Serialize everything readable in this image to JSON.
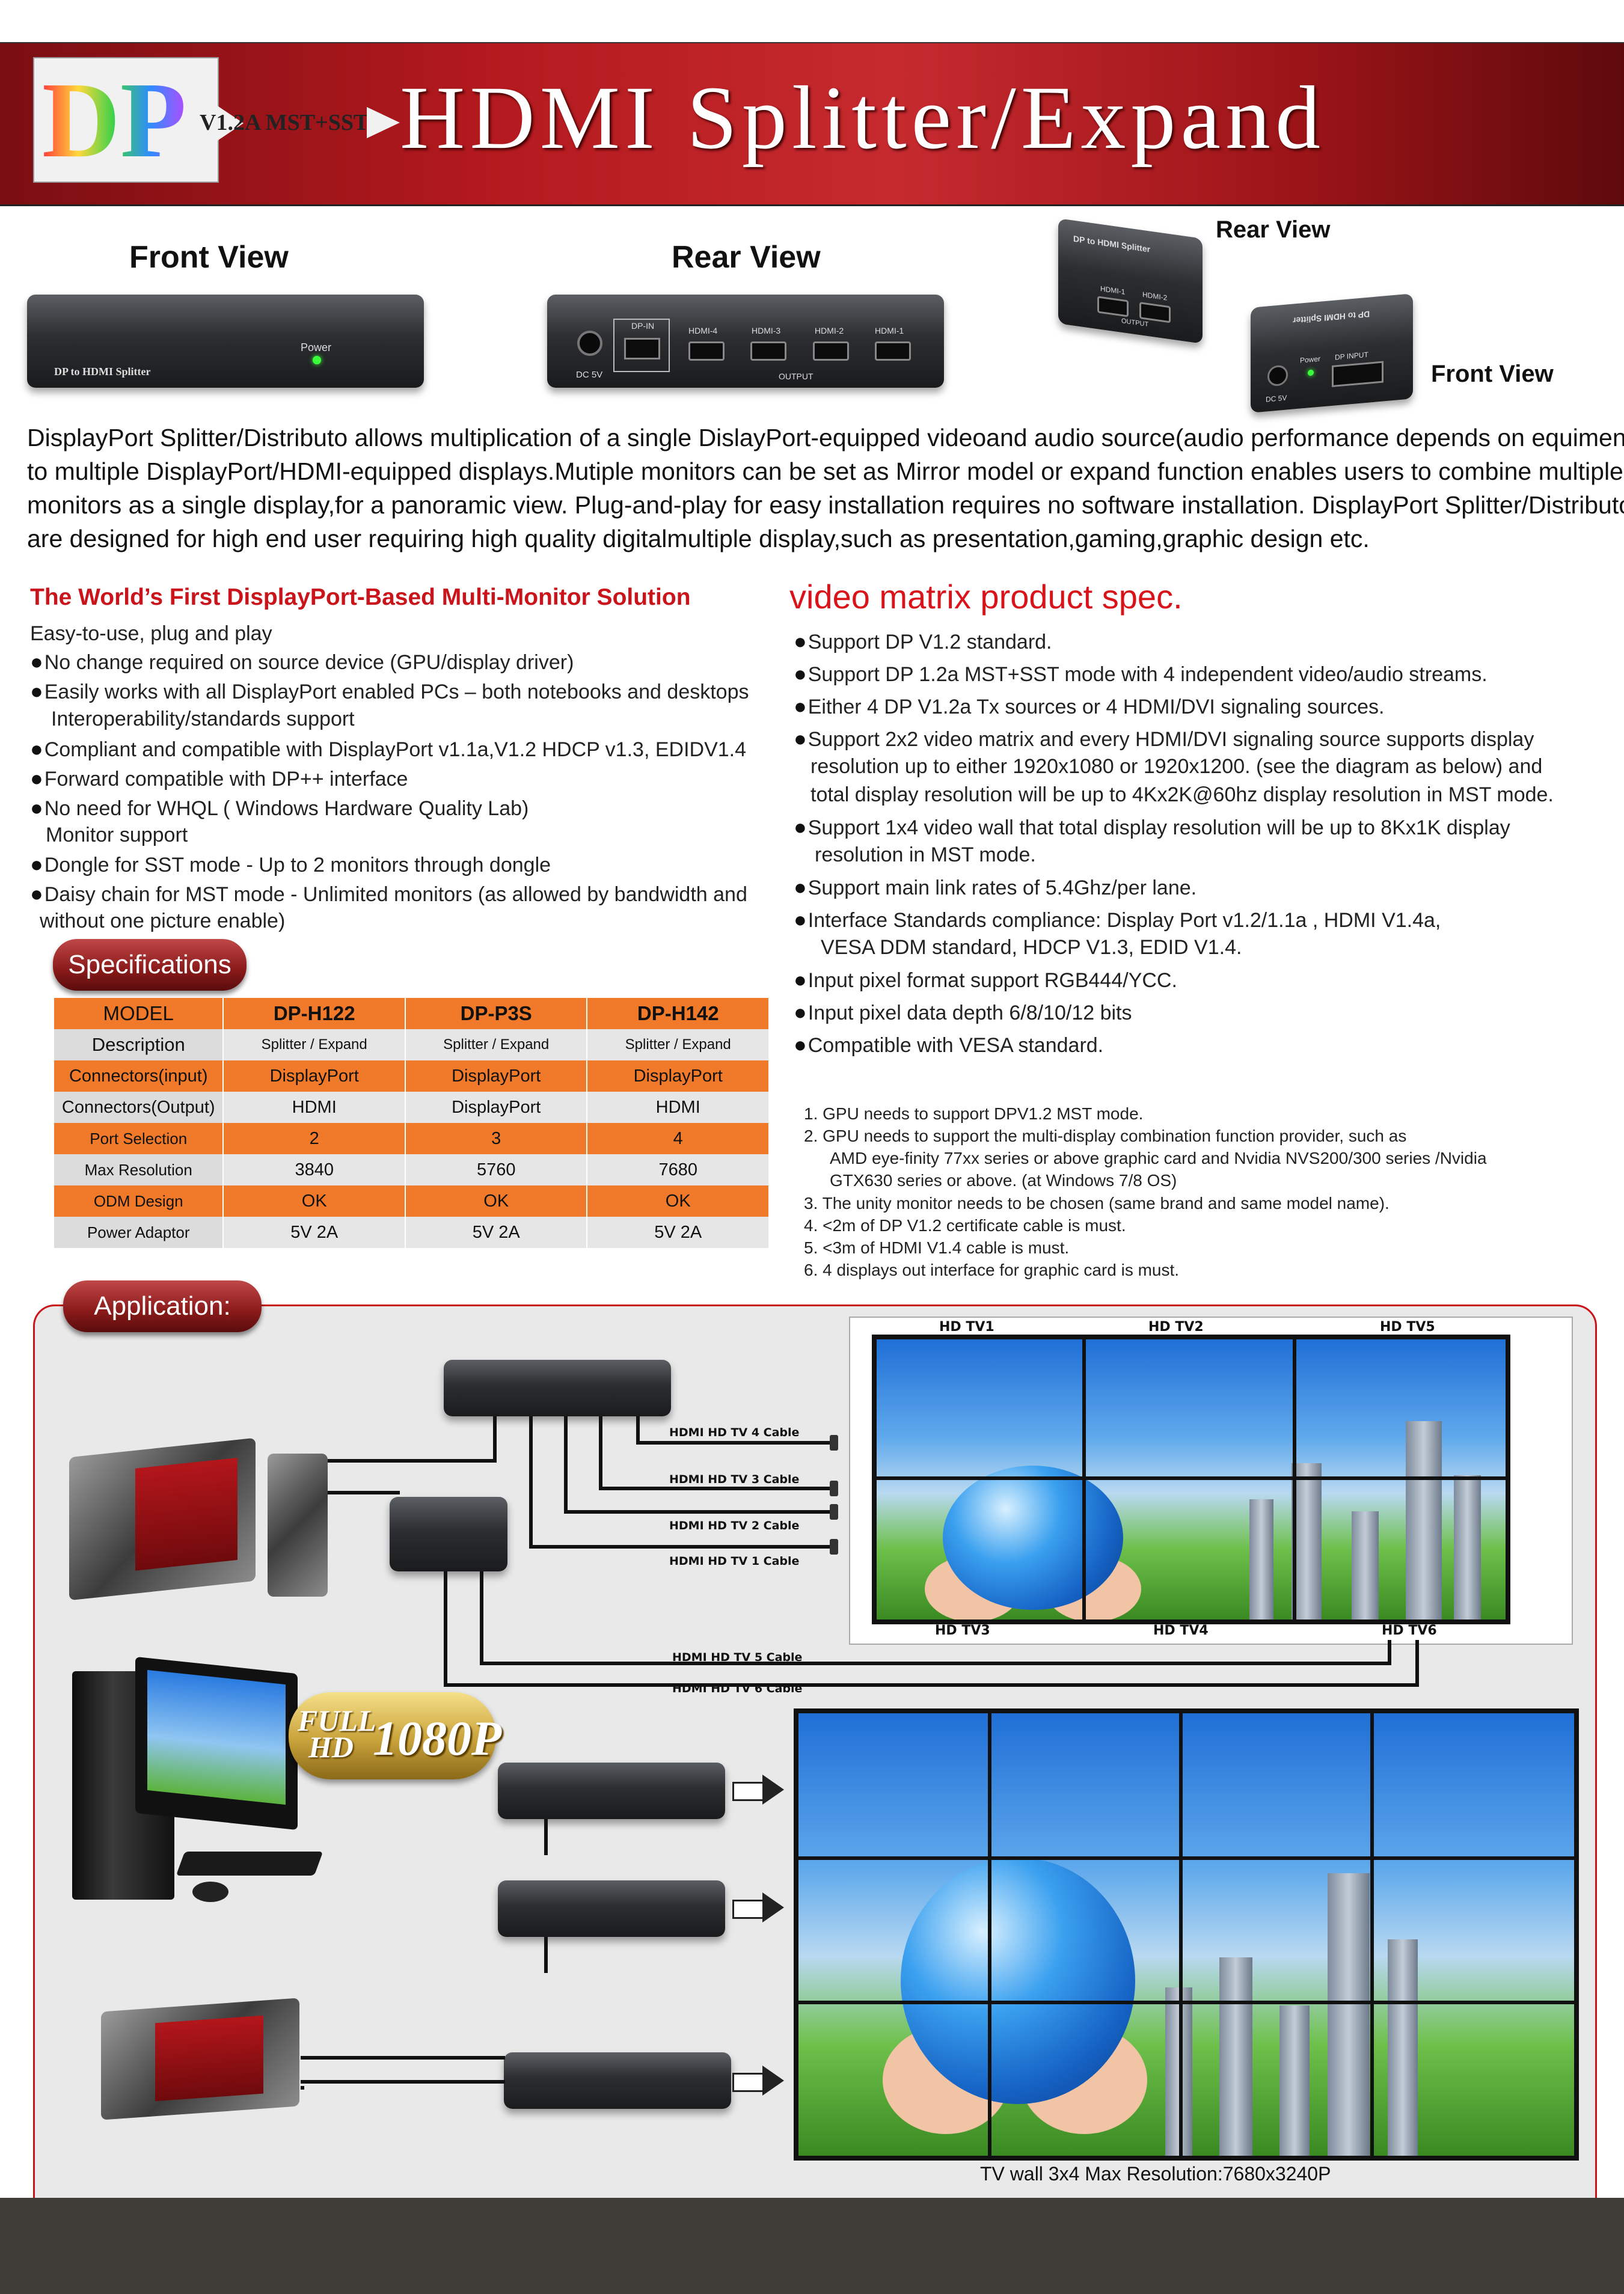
{
  "header": {
    "dp_logo": "DP",
    "dp_version": "V1.2A MST+SST",
    "title": "HDMI Splitter/Expand"
  },
  "views": {
    "front_label": "Front View",
    "rear_label": "Rear View",
    "small_rear_label": "Rear View",
    "small_front_label": "Front View",
    "device_name": "DP to HDMI Splitter",
    "power_label": "Power",
    "dp_in_label": "DP-IN",
    "dc_label": "DC 5V",
    "output_label": "OUTPUT",
    "hdmi_ports": [
      "HDMI-4",
      "HDMI-3",
      "HDMI-2",
      "HDMI-1"
    ],
    "small_hdmi_ports": [
      "HDMI-1",
      "HDMI-2"
    ],
    "dp_input_label": "DP INPUT"
  },
  "intro": [
    "DisplayPort Splitter/Distributo allows multiplication of a single DislayPort-equipped videoand audio source(audio performance depends on equiments)",
    "to multiple DisplayPort/HDMI-equipped displays.Mutiple monitors can be set as Mirror model or expand function enables users to combine multiple",
    "monitors as a single display,for a panoramic view. Plug-and-play for easy installation requires no software installation. DisplayPort Splitter/Distributors",
    "are designed for high end user requiring high quality digitalmultiple display,such as presentation,gaming,graphic design etc."
  ],
  "features": {
    "title": "The World’s First DisplayPort-Based Multi-Monitor Solution",
    "lead": "Easy-to-use, plug and play",
    "items": [
      "No change required on source device (GPU/display driver)",
      "Easily works with all DisplayPort enabled PCs – both notebooks and desktops",
      "Compliant and compatible with DisplayPort v1.1a,V1.2 HDCP v1.3, EDIDV1.4",
      "Forward compatible with  DP++ interface",
      "No need for WHQL ( Windows Hardware Quality Lab)",
      "Dongle for SST mode - Up to 2 monitors through dongle",
      "Daisy chain for MST mode - Unlimited monitors (as allowed by bandwidth and"
    ],
    "continuations": [
      "Interoperability/standards support",
      "Monitor support",
      "without    one picture enable)"
    ]
  },
  "spec": {
    "title": "video matrix product spec.",
    "items": [
      "Support DP V1.2 standard.",
      "Support DP 1.2a MST+SST mode with 4 independent video/audio streams.",
      "Either 4 DP V1.2a Tx sources or 4 HDMI/DVI signaling sources.",
      "Support 2x2 video matrix and every HDMI/DVI signaling source supports display",
      "Support 1x4 video wall that total display resolution will be up to 8Kx1K display",
      "Support main link rates of 5.4Ghz/per lane.",
      "Interface Standards compliance: Display Port v1.2/1.1a , HDMI V1.4a,",
      "Input pixel format support RGB444/YCC.",
      "Input pixel data depth 6/8/10/12 bits",
      "Compatible with VESA standard."
    ],
    "continuations": [
      "resolution up to either 1920x1080 or 1920x1200. (see the diagram as below) and",
      "total display resolution will be up to 4Kx2K@60hz display resolution in MST mode.",
      "resolution in MST mode.",
      "VESA DDM standard, HDCP V1.3, EDID V1.4."
    ]
  },
  "specifications": {
    "label": "Specifications",
    "header": [
      "MODEL",
      "DP-H122",
      "DP-P3S",
      "DP-H142"
    ],
    "rows": [
      [
        "Description",
        "Splitter / Expand",
        "Splitter / Expand",
        "Splitter / Expand"
      ],
      [
        "Connectors(input)",
        "DisplayPort",
        "DisplayPort",
        "DisplayPort"
      ],
      [
        "Connectors(Output)",
        "HDMI",
        "DisplayPort",
        "HDMI"
      ],
      [
        "Port Selection",
        "2",
        "3",
        "4"
      ],
      [
        "Max Resolution",
        "3840",
        "5760",
        "7680"
      ],
      [
        "ODM Design",
        "OK",
        "OK",
        "OK"
      ],
      [
        "Power Adaptor",
        "5V 2A",
        "5V 2A",
        "5V 2A"
      ]
    ]
  },
  "notes": [
    "1. GPU needs to support DPV1.2 MST mode.",
    "2. GPU needs to support the multi-display combination function provider, such as",
    "AMD eye-finity 77xx series or above graphic card and Nvidia NVS200/300 series /Nvidia",
    "GTX630 series or above. (at Windows 7/8 OS)",
    "3. The unity monitor needs to be chosen (same brand and same model name).",
    "4. <2m of DP V1.2 certificate cable is must.",
    "5. <3m of HDMI V1.4 cable is must.",
    "6. 4 displays out interface for graphic card is must."
  ],
  "application": {
    "label": "Application:",
    "tv_top": [
      "HD  TV1",
      "HD  TV2",
      "HD  TV5"
    ],
    "tv_bottom": [
      "HD  TV3",
      "HD  TV4",
      "HD  TV6"
    ],
    "cables": [
      "HDMI HD TV 4 Cable",
      "HDMI HD TV 3 Cable",
      "HDMI HD TV 2 Cable",
      "HDMI HD TV 1 Cable",
      "HDMI HD TV 5 Cable",
      "HDMI HD TV 6 Cable"
    ],
    "badge_top": "FULL",
    "badge_mid": "HD",
    "badge_res": "1080P",
    "wall_caption": "TV wall 3x4 Max Resolution:7680x3240P"
  }
}
